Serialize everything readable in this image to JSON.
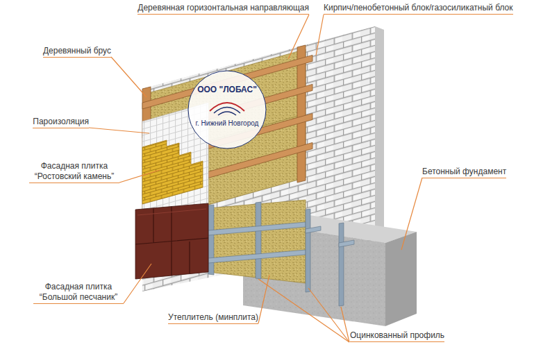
{
  "diagram": {
    "labels": [
      "Деревянная горизонтальная направляющая",
      "Кирпич/пенобетонный блок/газосиликатный блок",
      "Деревянный брус",
      "Пароизоляция",
      "Фасадная плитка “Ростовский камень”",
      "Бетонный фундамент",
      "Фасадная плитка “Большой песчаник”",
      "Утеплитель (минплита)",
      "Оцинкованный профиль",
      "ООО \"ЛОБАС\"",
      "г. Нижний Новгород"
    ]
  }
}
